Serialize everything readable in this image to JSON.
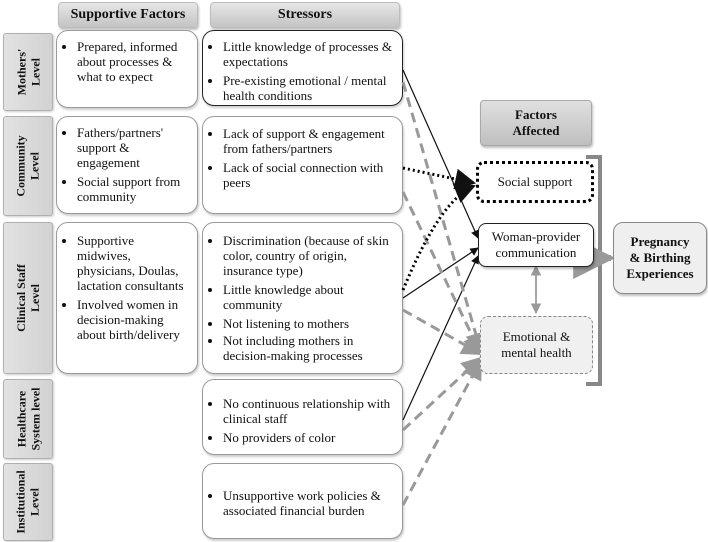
{
  "headers": {
    "supportive": "Supportive Factors",
    "stressors": "Stressors",
    "factors_affected": "Factors\nAffected"
  },
  "levels": [
    {
      "label": "Mothers'\nLevel"
    },
    {
      "label": "Community\nLevel"
    },
    {
      "label": "Clinical Staff\nLevel"
    },
    {
      "label": "Healthcare\nSystem level"
    },
    {
      "label": "Institutional\nLevel"
    }
  ],
  "supportive": {
    "mothers": [
      "Prepared, informed about processes & what to expect"
    ],
    "community": [
      "Fathers/partners' support & engagement",
      "Social support from community"
    ],
    "clinical": [
      "Supportive midwives, physicians, Doulas, lactation consultants",
      "Involved women in decision-making about birth/delivery"
    ]
  },
  "stressors": {
    "mothers": [
      "Little knowledge of processes & expectations",
      "Pre-existing emotional / mental health conditions"
    ],
    "community": [
      "Lack of support & engagement from fathers/partners",
      "Lack of social connection with peers"
    ],
    "clinical": [
      "Discrimination (because of skin color, country of origin, insurance type)",
      "Little knowledge about community",
      "Not listening to mothers",
      "Not including mothers in decision-making processes"
    ],
    "healthcare": [
      "No continuous relationship with clinical staff",
      "No providers of color"
    ],
    "institutional": [
      "Unsupportive work policies & associated financial burden"
    ]
  },
  "factors": {
    "social_support": "Social support",
    "communication": "Woman-provider\ncommunication",
    "emotional": "Emotional &\nmental health"
  },
  "outcome": "Pregnancy\n& Birthing\nExperiences",
  "colors": {
    "solid_arrow": "#111111",
    "dashed_arrow": "#999999",
    "dotted_arrow": "#000000",
    "bracket": "#888888"
  }
}
